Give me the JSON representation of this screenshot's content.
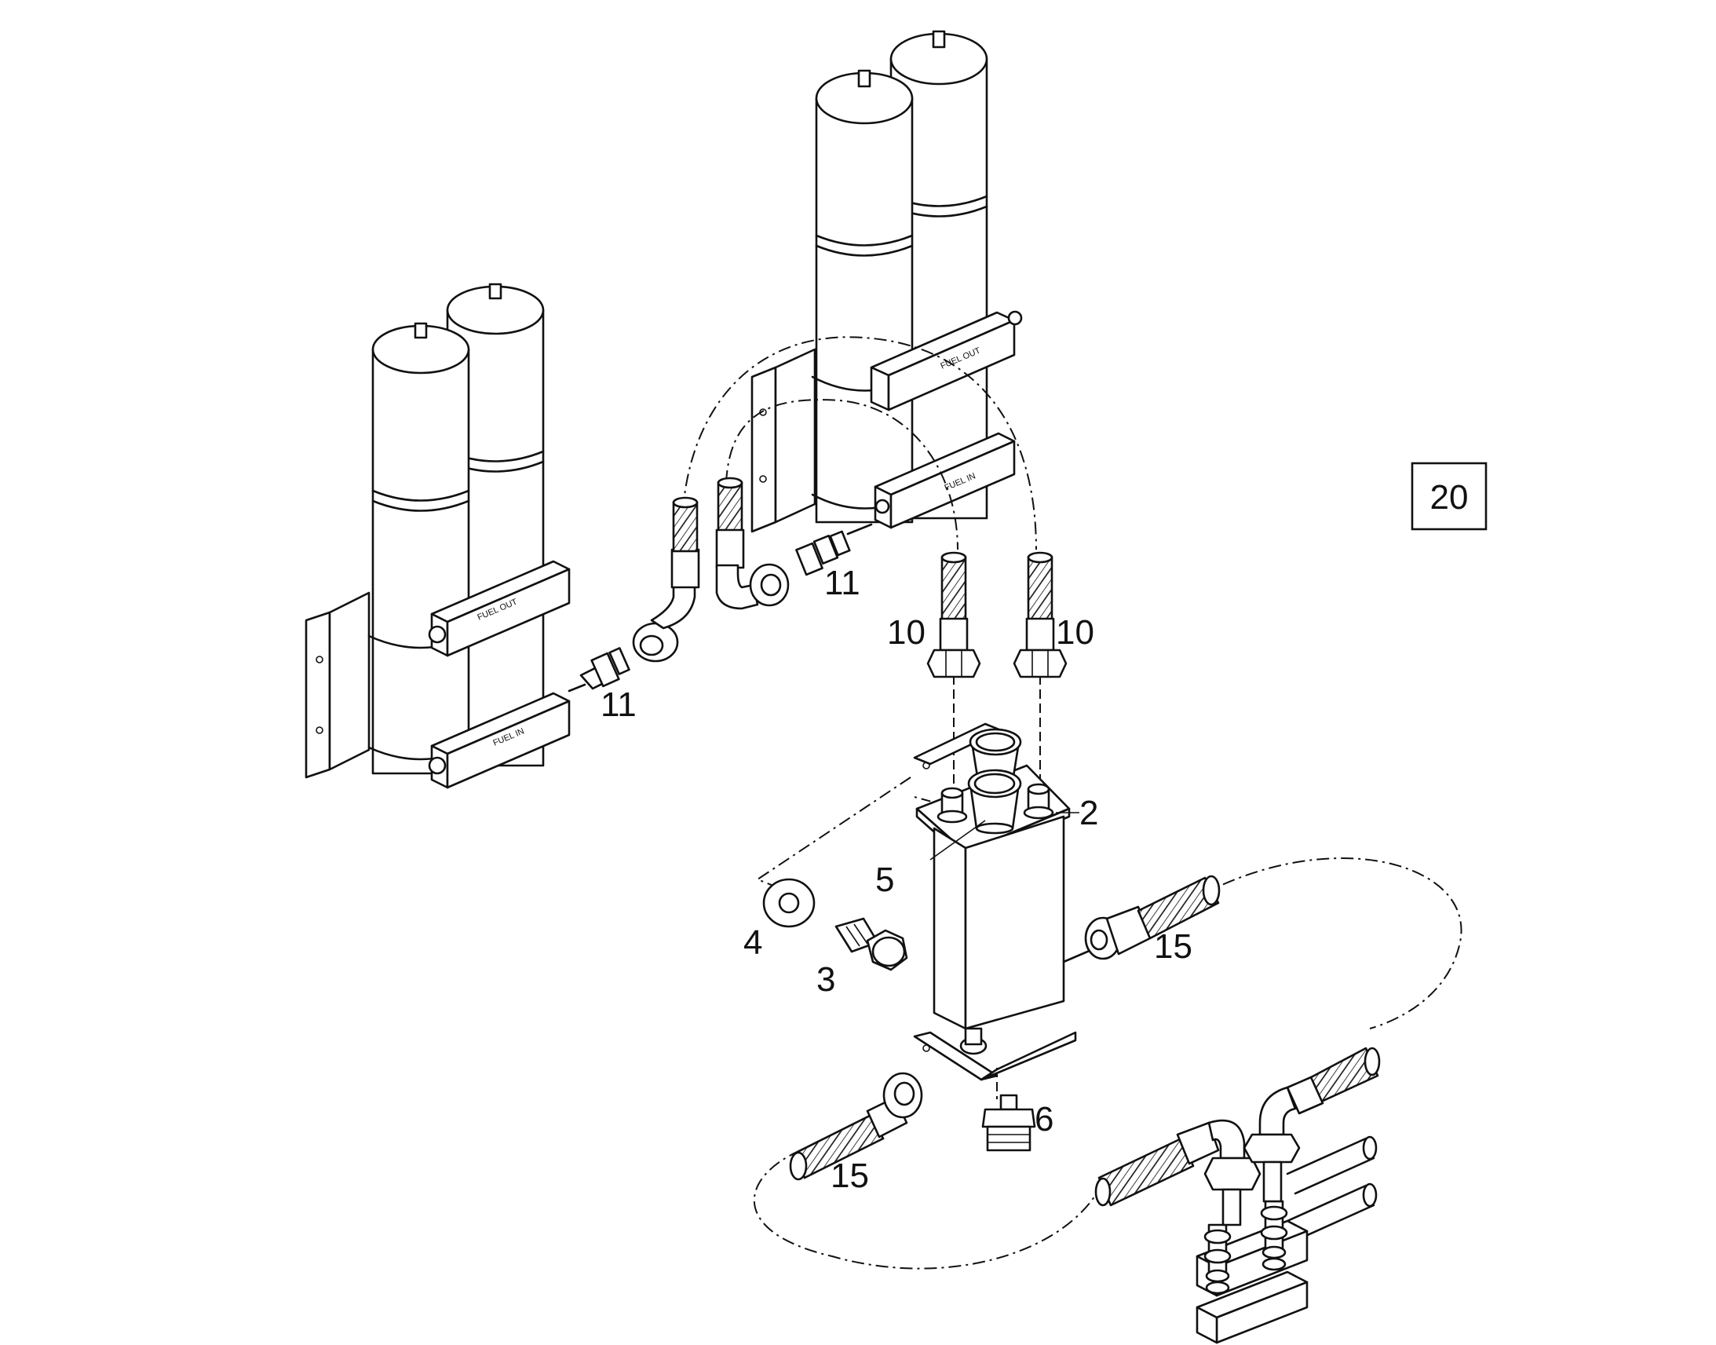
{
  "diagram": {
    "page_reference": "20",
    "callouts": {
      "c2": "2",
      "c3": "3",
      "c4": "4",
      "c5": "5",
      "c6": "6",
      "c10a": "10",
      "c10b": "10",
      "c11a": "11",
      "c11b": "11",
      "c15a": "15",
      "c15b": "15"
    },
    "block_labels": {
      "fuel_out": "FUEL OUT",
      "fuel_in": "FUEL IN"
    },
    "colors": {
      "line": "#111111",
      "background": "#ffffff"
    }
  }
}
